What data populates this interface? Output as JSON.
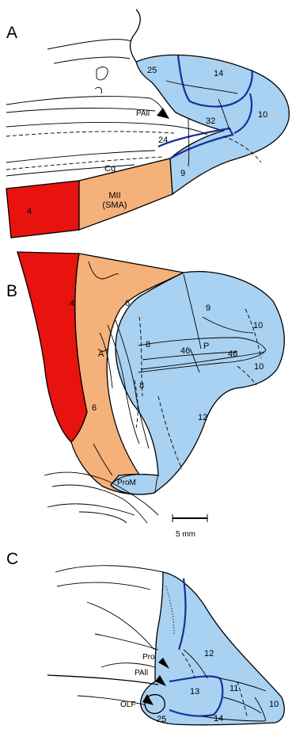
{
  "colors": {
    "motor": "#e8120f",
    "premotor": "#f4b27a",
    "prefrontal": "#a9d1f1",
    "border_blue": "#1a2ea0",
    "line": "#000000"
  },
  "panels": {
    "a": {
      "letter": "A",
      "labels": {
        "a25": "25",
        "a14": "14",
        "a10": "10",
        "a32": "32",
        "a24": "24",
        "pall": "PAll",
        "cg": "Cg",
        "a9": "9",
        "a4": "4",
        "mii": "MII",
        "sma": "(SMA)"
      }
    },
    "b": {
      "letter": "B",
      "labels": {
        "a4": "4",
        "a6_top": "6",
        "a9": "9",
        "a10_top": "10",
        "a8_upper": "8",
        "a46_left": "46",
        "p": "P",
        "a46_right": "46",
        "a10_right": "10",
        "a8_lower": "8",
        "a12": "12",
        "a6_low": "6",
        "a": "A",
        "prom": "ProM"
      }
    },
    "c": {
      "letter": "C",
      "labels": {
        "pro": "Pro",
        "pall": "PAll",
        "a12": "12",
        "a13": "13",
        "a11": "11",
        "olf": "OLF",
        "a25": "25",
        "a14": "14",
        "a10": "10"
      }
    }
  },
  "scale_bar": {
    "label": "5 mm"
  }
}
